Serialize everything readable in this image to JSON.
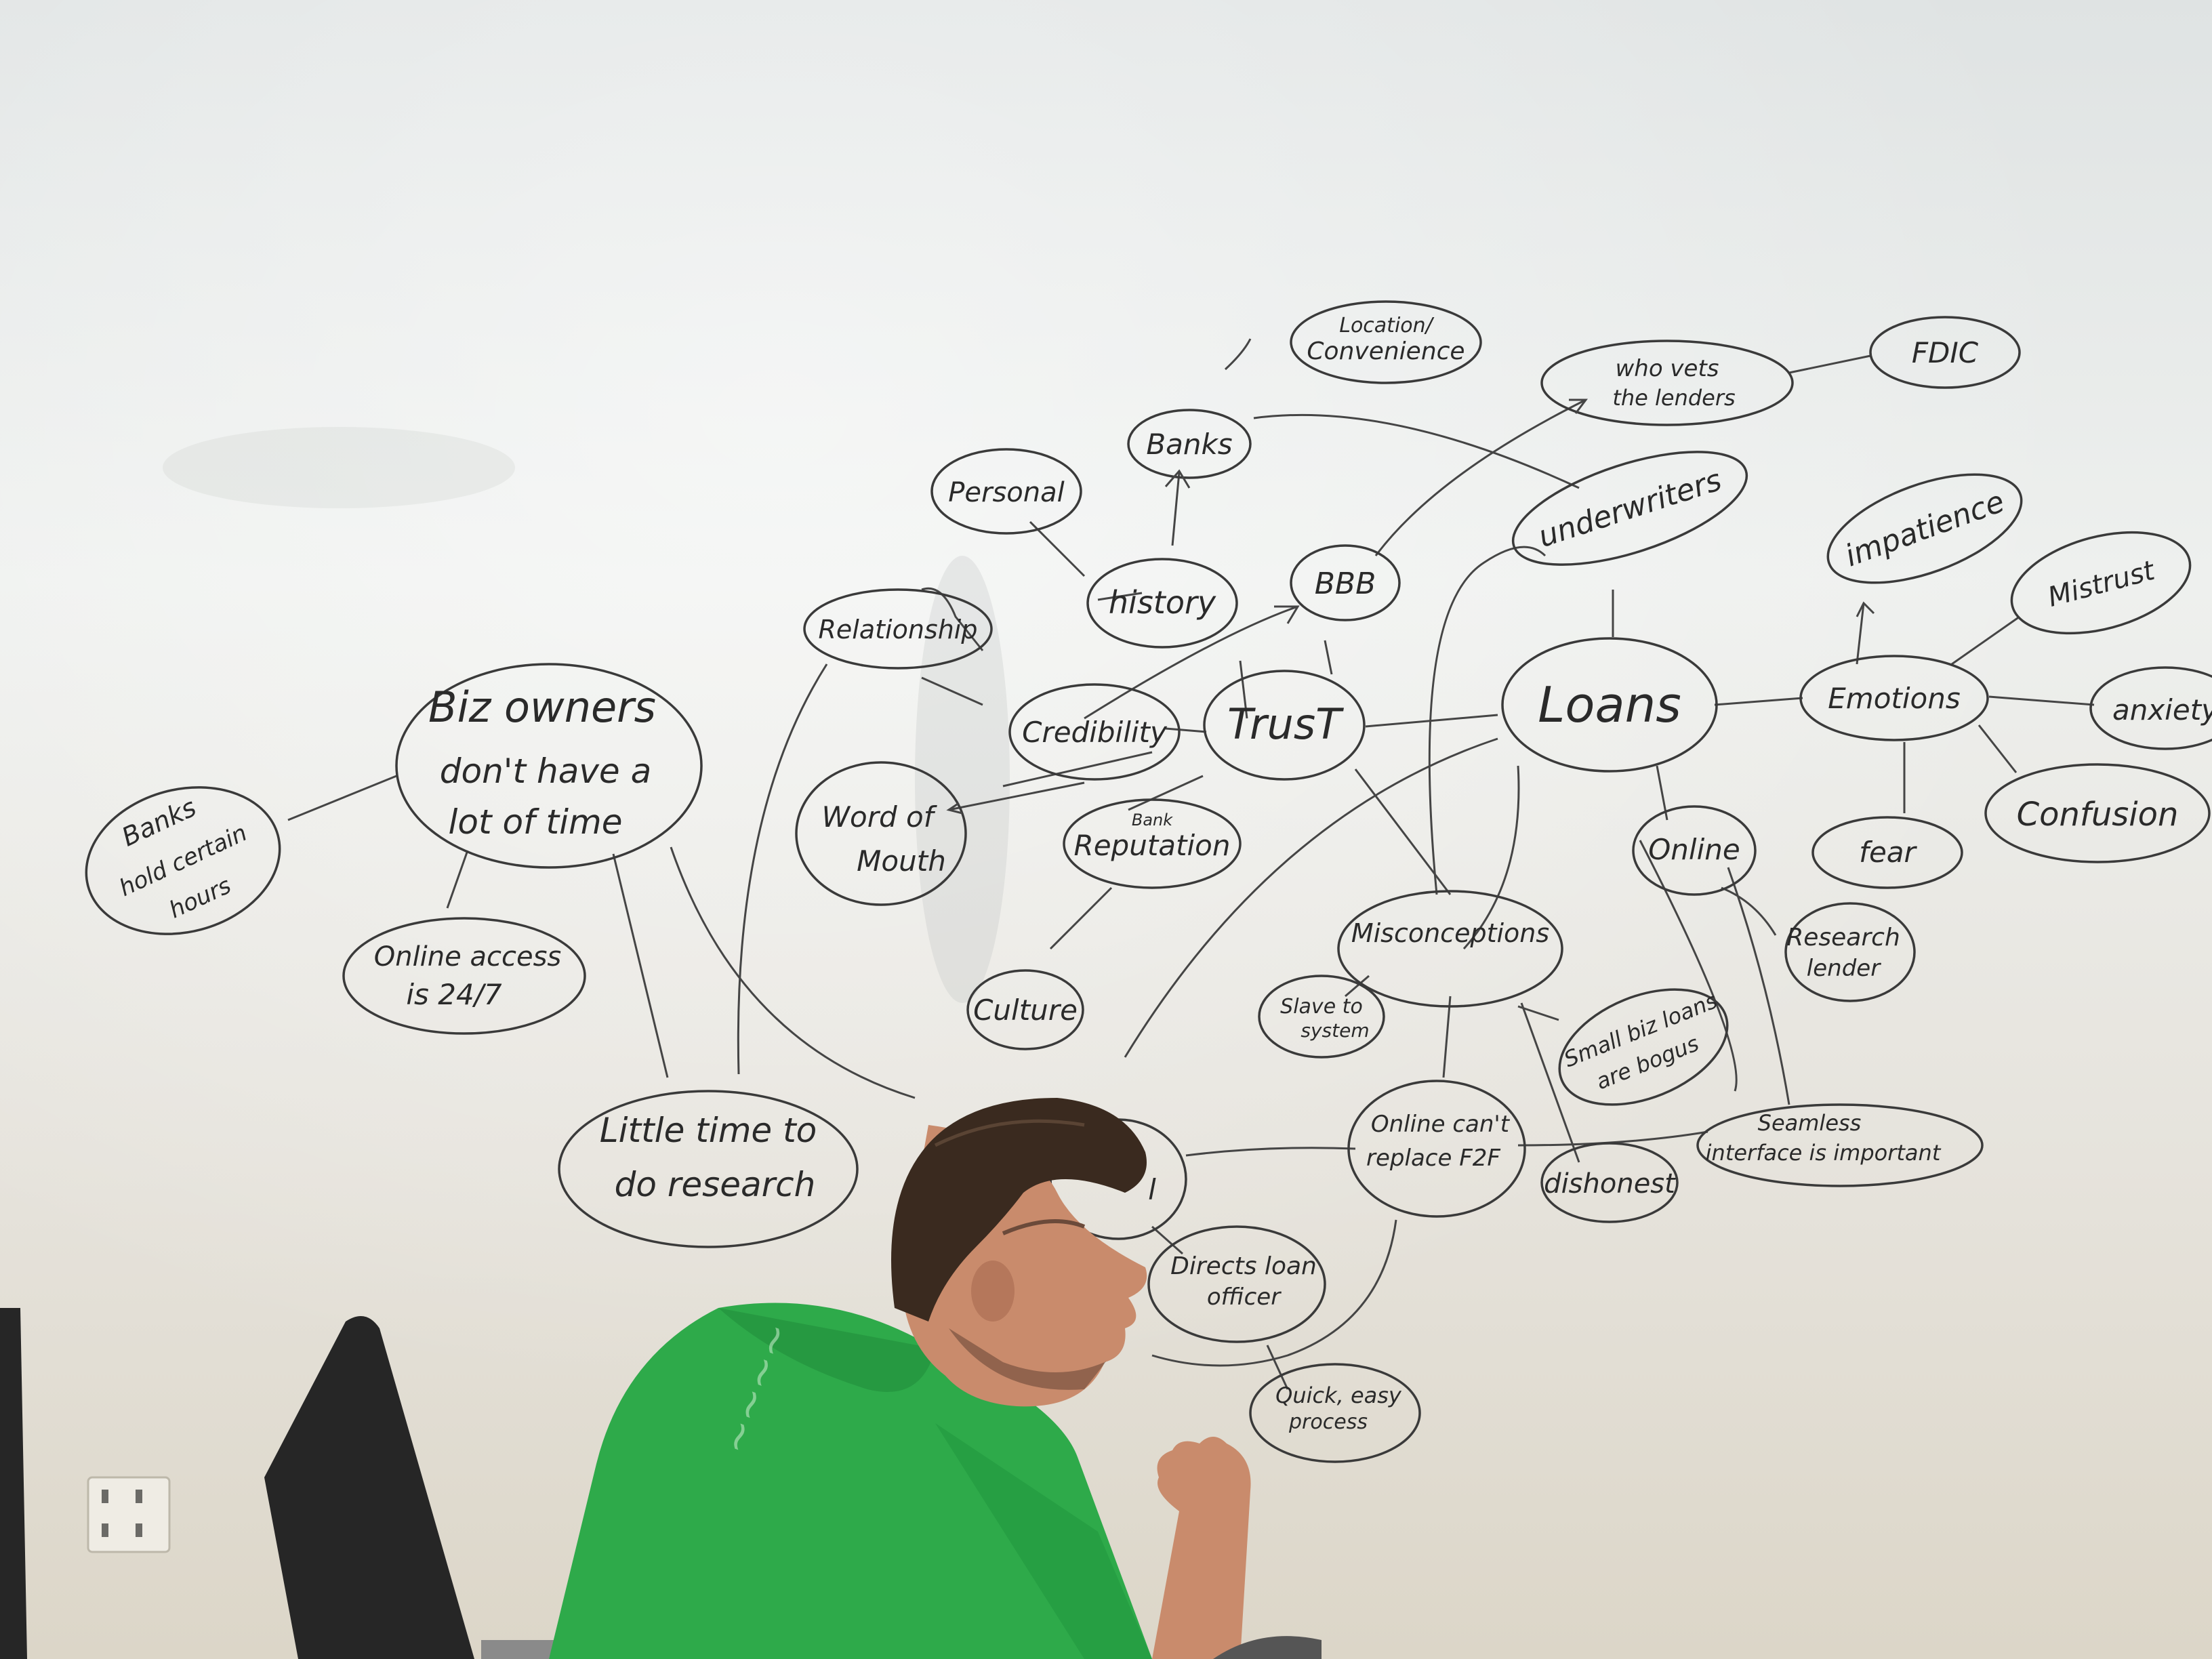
{
  "scene": {
    "description_type": "photo",
    "colors": {
      "wall_top": "#e9eceb",
      "wall_bottom": "#d8d3c6",
      "marker": "#3a3a3a",
      "shirt": "#2eaa4a",
      "shirt_dark": "#218a3a",
      "hair": "#3a2a1f",
      "skin": "#c98b6c",
      "chair": "#262626",
      "outlet": "#efece4"
    }
  },
  "mindmap": {
    "nodes": {
      "location_convenience": [
        "Location/",
        "Convenience"
      ],
      "who_vets": [
        "who vets",
        "the lenders"
      ],
      "fdic": [
        "FDIC"
      ],
      "banks": [
        "Banks"
      ],
      "personal": [
        "Personal"
      ],
      "underwriters": [
        "underwriters"
      ],
      "history": [
        "history"
      ],
      "bbb": [
        "BBB"
      ],
      "impatience": [
        "impatience"
      ],
      "relationship": [
        "Relationship"
      ],
      "mistrust": [
        "Mistrust"
      ],
      "biz_owners": [
        "Biz owners",
        "don't have a",
        "lot of time"
      ],
      "credibility": [
        "Credibility"
      ],
      "trust": [
        "TrusT"
      ],
      "loans": [
        "Loans"
      ],
      "emotions": [
        "Emotions"
      ],
      "anxiety": [
        "anxiety"
      ],
      "banks_hours": [
        "Banks",
        "hold certain",
        "hours"
      ],
      "word_of_mouth": [
        "Word of",
        "Mouth"
      ],
      "bank_reputation": [
        "Bank",
        "Reputation"
      ],
      "online": [
        "Online"
      ],
      "confusion": [
        "Confusion"
      ],
      "fear": [
        "fear"
      ],
      "online_access": [
        "Online access",
        "is 24/7"
      ],
      "misconceptions": [
        "Misconceptions"
      ],
      "research_lender": [
        "Research",
        "lender"
      ],
      "culture": [
        "Culture"
      ],
      "slave_system": [
        "Slave to",
        "system"
      ],
      "small_biz": [
        "Small biz loans",
        "are bogus"
      ],
      "little_time": [
        "Little time to",
        "do research"
      ],
      "online_cant": [
        "Online can't",
        "replace F2F"
      ],
      "seamless": [
        "Seamless",
        "interface is important"
      ],
      "dishonest": [
        "dishonest"
      ],
      "directs_loan": [
        "Directs loan",
        "officer"
      ],
      "quick_easy": [
        "Quick, easy",
        "process"
      ],
      "partial_l": [
        "l"
      ]
    }
  }
}
